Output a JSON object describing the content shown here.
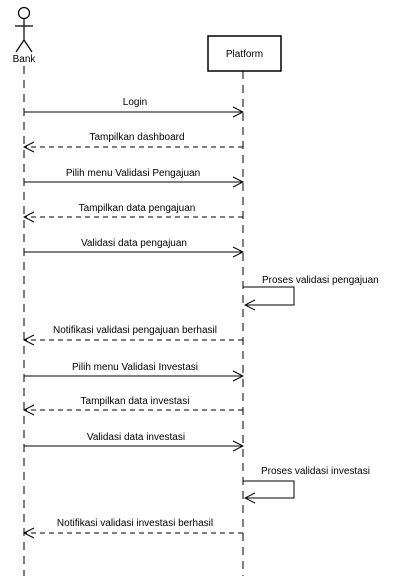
{
  "diagram": {
    "actor": {
      "name": "Bank",
      "icon": "stick-figure-icon"
    },
    "participant": {
      "name": "Platform"
    },
    "colors": {
      "line": "#000000",
      "background": "#ffffff"
    },
    "messages": [
      {
        "text": "Login",
        "direction": "to-platform",
        "style": "solid"
      },
      {
        "text": "Tampilkan dashboard",
        "direction": "to-actor",
        "style": "dashed"
      },
      {
        "text": "Pilih menu Validasi Pengajuan",
        "direction": "to-platform",
        "style": "solid"
      },
      {
        "text": "Tampilkan data pengajuan",
        "direction": "to-actor",
        "style": "dashed"
      },
      {
        "text": "Validasi data pengajuan",
        "direction": "to-platform",
        "style": "solid"
      },
      {
        "text": "Proses validasi pengajuan",
        "direction": "self",
        "style": "solid"
      },
      {
        "text": "Notifikasi validasi pengajuan berhasil",
        "direction": "to-actor",
        "style": "dashed"
      },
      {
        "text": "Pilih menu Validasi Investasi",
        "direction": "to-platform",
        "style": "solid"
      },
      {
        "text": "Tampilkan data investasi",
        "direction": "to-actor",
        "style": "dashed"
      },
      {
        "text": "Validasi data investasi",
        "direction": "to-platform",
        "style": "solid"
      },
      {
        "text": "Proses validasi investasi",
        "direction": "self",
        "style": "solid"
      },
      {
        "text": "Notifikasi validasi investasi berhasil",
        "direction": "to-actor",
        "style": "dashed"
      }
    ]
  }
}
